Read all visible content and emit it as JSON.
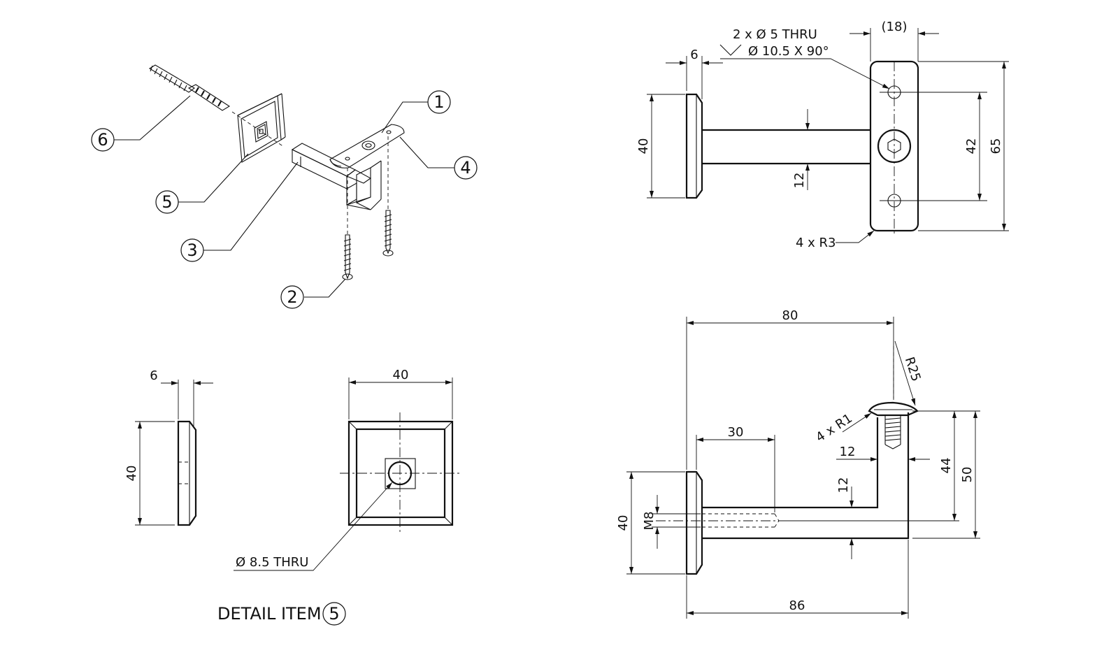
{
  "balloons": [
    "1",
    "2",
    "3",
    "4",
    "5",
    "6"
  ],
  "detail": {
    "title": "DETAIL ITEM",
    "item": "5",
    "dim_width": "40",
    "dim_height": "40",
    "dim_thickness": "6",
    "hole_callout": "Ø 8.5 THRU"
  },
  "top_view": {
    "dim_thickness": "6",
    "dim_ref_width": "(18)",
    "dim_plate_height": "40",
    "dim_arm": "12",
    "dim_hole_spacing": "42",
    "dim_plate_length": "65",
    "hole_callout_line1": "2 x Ø 5 THRU",
    "hole_callout_line2": "Ø 10.5 X 90°",
    "radius_callout": "4 x R3"
  },
  "side_view": {
    "dim_80": "80",
    "dim_r25": "R25",
    "dim_r1": "4 x R1",
    "dim_30": "30",
    "dim_12a": "12",
    "dim_12b": "12",
    "dim_44": "44",
    "dim_50": "50",
    "dim_40": "40",
    "dim_m8": "M8",
    "dim_86": "86"
  }
}
